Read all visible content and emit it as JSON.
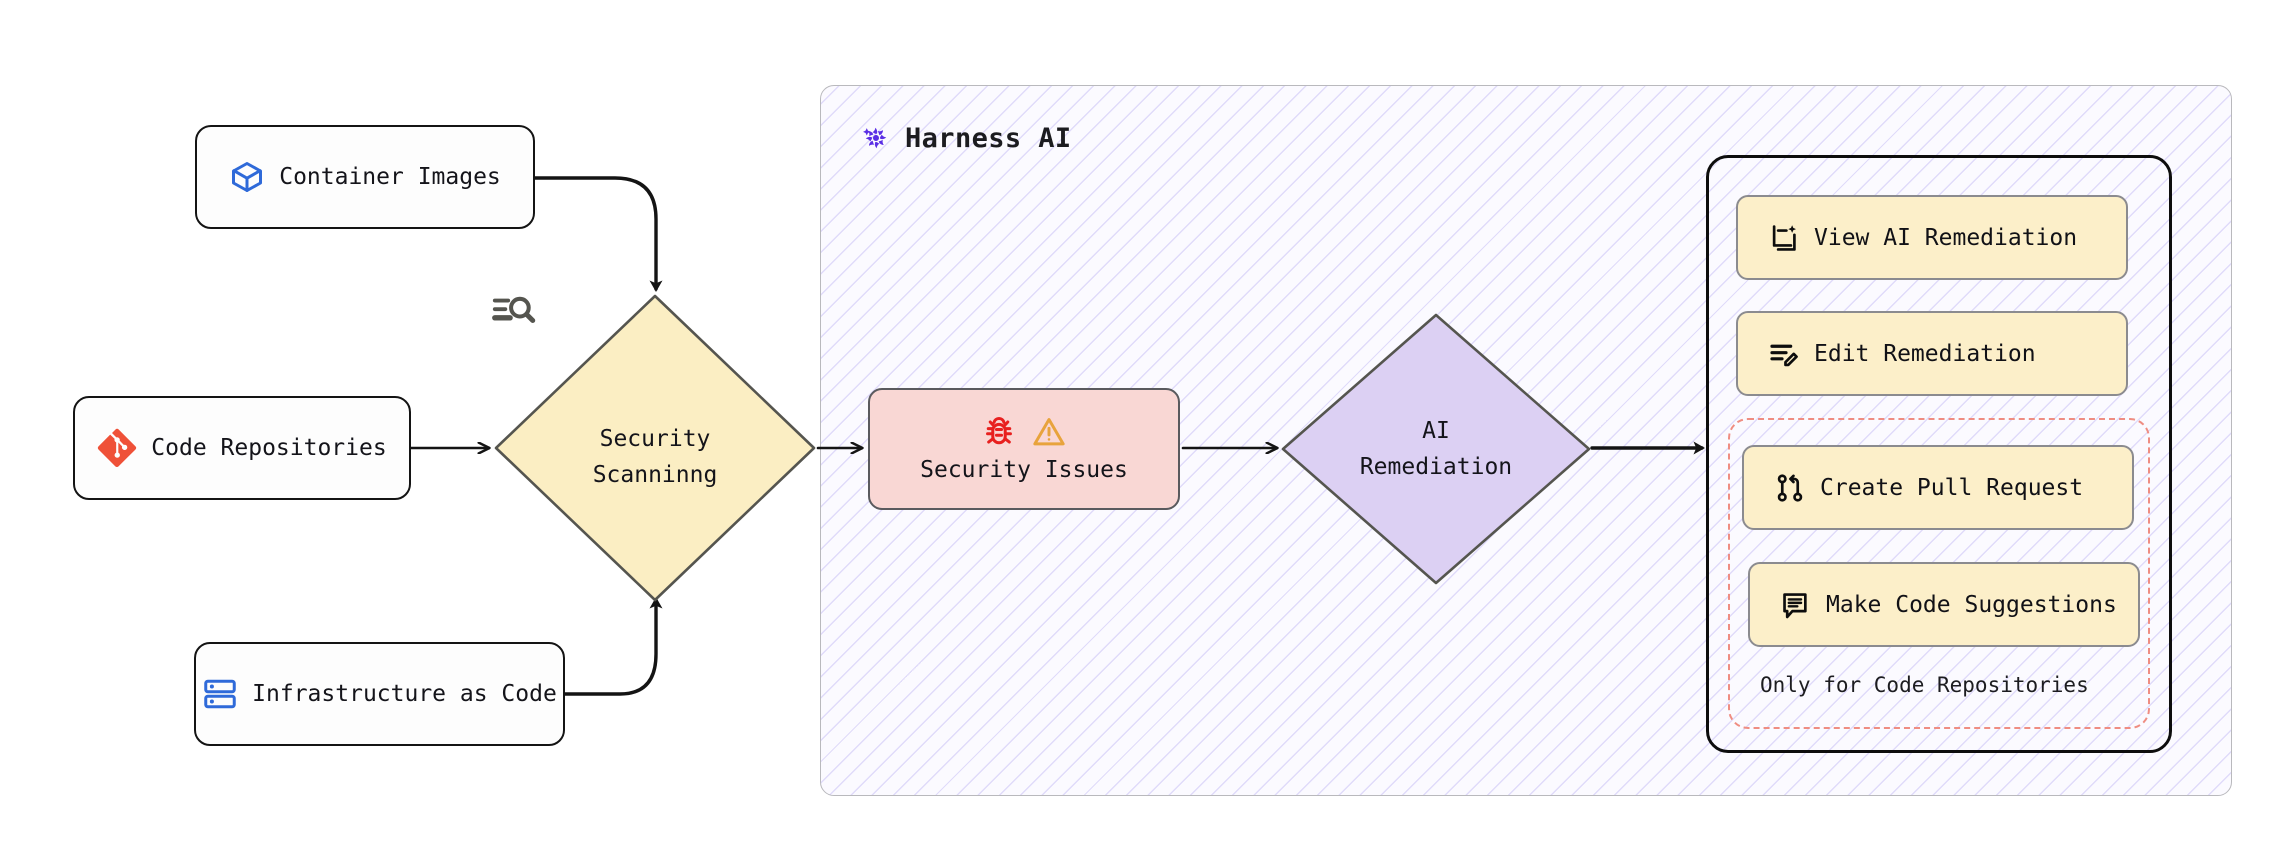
{
  "diagram": {
    "type": "flowchart",
    "direction": "left-to-right",
    "title": "Harness AI security scanning and remediation flow"
  },
  "inputs": [
    {
      "id": "container-images",
      "label": "Container Images",
      "icon": "cube-icon",
      "icon_color": "#2f6ad9"
    },
    {
      "id": "code-repositories",
      "label": "Code Repositories",
      "icon": "git-icon",
      "icon_color": "#ef5138"
    },
    {
      "id": "infrastructure-as-code",
      "label": "Infrastructure as Code",
      "icon": "server-stack-icon",
      "icon_color": "#2f6ad9"
    }
  ],
  "scanning": {
    "id": "security-scanning",
    "label_line1": "Security",
    "label_line2": "Scanninng",
    "icon": "scan-search-icon",
    "fill": "#fbeec3",
    "stroke": "#55554f"
  },
  "subgraph": {
    "id": "harness-ai",
    "title": "Harness AI",
    "logo": "harness-pinwheel-icon",
    "logo_color": "#5a2ee5",
    "hatch_color": "#826ee6"
  },
  "issues": {
    "id": "security-issues",
    "label": "Security Issues",
    "icons": [
      "bug-icon",
      "warning-triangle-icon"
    ],
    "bug_color": "#e8201f",
    "warning_color": "#e8a33c",
    "fill": "#f9d7d4",
    "stroke": "#5a5a5e"
  },
  "remediation": {
    "id": "ai-remediation",
    "label_line1": "AI",
    "label_line2": "Remediation",
    "fill": "#dcd0f3",
    "stroke": "#55554f"
  },
  "actions": {
    "items": [
      {
        "id": "view-ai-remediation",
        "label": "View AI Remediation",
        "icon": "document-sparkle-icon"
      },
      {
        "id": "edit-remediation",
        "label": "Edit Remediation",
        "icon": "lines-pencil-icon"
      },
      {
        "id": "create-pull-request",
        "label": "Create Pull Request",
        "icon": "git-pull-request-icon"
      },
      {
        "id": "make-code-suggestions",
        "label": "Make Code Suggestions",
        "icon": "comment-lines-icon"
      }
    ],
    "restricted_caption": "Only for Code Repositories",
    "restricted_color": "#ef8d82",
    "button_fill": "#fcefc9",
    "button_stroke": "#8b8b8f"
  },
  "edges": [
    {
      "from": "container-images",
      "to": "security-scanning",
      "style": "curved-down"
    },
    {
      "from": "code-repositories",
      "to": "security-scanning",
      "style": "straight"
    },
    {
      "from": "infrastructure-as-code",
      "to": "security-scanning",
      "style": "curved-up"
    },
    {
      "from": "security-scanning",
      "to": "security-issues",
      "style": "straight"
    },
    {
      "from": "security-issues",
      "to": "ai-remediation",
      "style": "straight"
    },
    {
      "from": "ai-remediation",
      "to": "actions-box",
      "style": "straight"
    }
  ]
}
